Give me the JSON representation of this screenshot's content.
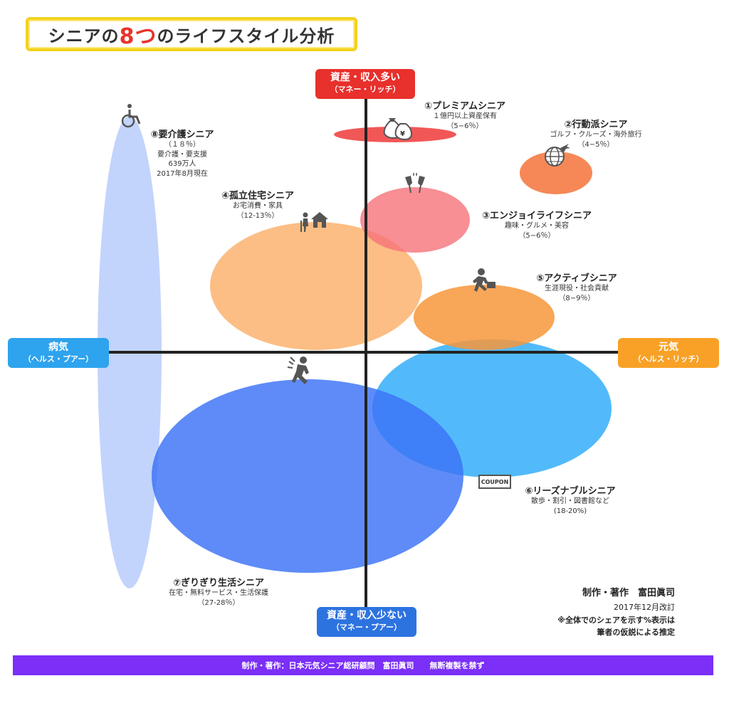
{
  "title": {
    "prefix": "シニアの",
    "accent": "8つ",
    "suffix": "のライフスタイル分析"
  },
  "axes": {
    "top": {
      "main": "資産・収入多い",
      "sub": "（マネー・リッチ）"
    },
    "bottom": {
      "main": "資産・収入少ない",
      "sub": "（マネー・プアー）"
    },
    "left": {
      "main": "病気",
      "sub": "（ヘルス・プアー）"
    },
    "right": {
      "main": "元気",
      "sub": "（ヘルス・リッチ）"
    }
  },
  "segments": [
    {
      "id": "premium",
      "name": "①プレミアムシニア",
      "desc": [
        "１億円以上資産保有"
      ],
      "share": "（5−6％）",
      "color": "#f04545",
      "icon": "money-bag-icon"
    },
    {
      "id": "active-travel",
      "name": "②行動派シニア",
      "desc": [
        "ゴルフ・クルーズ・海外旅行"
      ],
      "share": "（4−5％）",
      "color": "#f57b45",
      "icon": "globe-plane-icon"
    },
    {
      "id": "enjoy",
      "name": "③エンジョイライフシニア",
      "desc": [
        "趣味・グルメ・美容"
      ],
      "share": "（5−6％）",
      "color": "#f5737b",
      "icon": "wine-glasses-icon"
    },
    {
      "id": "isolated",
      "name": "④孤立住宅シニア",
      "desc": [
        "お宅消費・家具"
      ],
      "share": "（12-13％）",
      "color": "#fbb36f",
      "icon": "elder-house-icon"
    },
    {
      "id": "active",
      "name": "⑤アクティブシニア",
      "desc": [
        "生涯現役・社会貢献"
      ],
      "share": "（8−9％）",
      "color": "#f7963a",
      "icon": "running-person-icon"
    },
    {
      "id": "reasonable",
      "name": "⑥リーズナブルシニア",
      "desc": [
        "散歩・割引・図書館など"
      ],
      "share": "(18-20%)",
      "color": "#3fb3fb",
      "icon": "coupon-icon",
      "icon_text": "COUPON"
    },
    {
      "id": "tight",
      "name": "⑦ぎりぎり生活シニア",
      "desc": [
        "在宅・無料サービス・生活保護"
      ],
      "share": "（27-28％）",
      "color": "#3a72f5",
      "icon": "falling-person-icon"
    },
    {
      "id": "care",
      "name": "⑧要介護シニア",
      "desc": [
        "要介護・要支援",
        "639万人",
        "2017年8月現在"
      ],
      "share": "（１８％）",
      "color": "#b3c9fb",
      "icon": "wheelchair-icon"
    }
  ],
  "credit": {
    "line1": "制作・著作　富田眞司",
    "line2": "2017年12月改訂"
  },
  "note": {
    "line1": "※全体でのシェアを示す%表示は",
    "line2": "筆者の仮説による推定"
  },
  "footer": "制作・著作：日本元気シニア総研顧問　富田眞司　　無断複製を禁ず"
}
